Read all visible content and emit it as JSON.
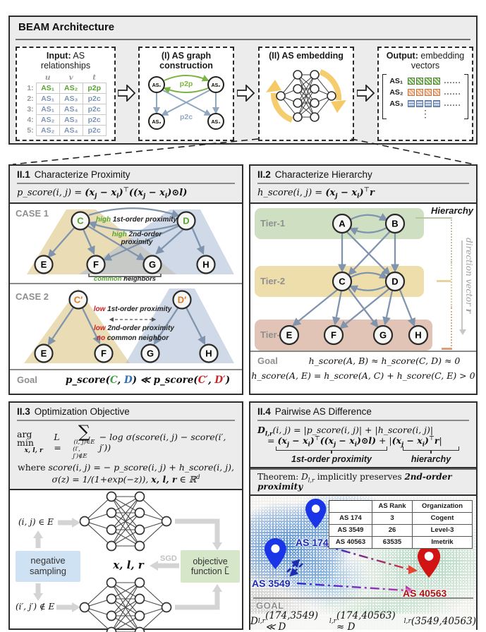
{
  "banner": {
    "title": "BEAM Architecture",
    "input": {
      "title_b": "Input:",
      "title_r": " AS",
      "title_l2": "relationships",
      "cols": [
        "u",
        "v",
        "t"
      ],
      "rows": [
        {
          "n": "1:",
          "u": "AS₁",
          "v": "AS₂",
          "t": "p2p"
        },
        {
          "n": "2:",
          "u": "AS₁",
          "v": "AS₃",
          "t": "p2c"
        },
        {
          "n": "3:",
          "u": "AS₁",
          "v": "AS₄",
          "t": "p2c"
        },
        {
          "n": "4:",
          "u": "AS₂",
          "v": "AS₃",
          "t": "p2c"
        },
        {
          "n": "5:",
          "u": "AS₂",
          "v": "AS₄",
          "t": "p2c"
        }
      ]
    },
    "graph": {
      "title_l1": "(I) AS graph",
      "title_l2": "construction",
      "nodes": [
        "AS₁",
        "AS₂",
        "AS₃",
        "AS₄"
      ],
      "p2p": "p2p",
      "p2c": "p2c"
    },
    "embed": {
      "title": "(II) AS embedding"
    },
    "output": {
      "title_b": "Output:",
      "title_r": " embedding",
      "title_l2": "vectors",
      "rows": [
        "AS₁",
        "AS₂",
        "AS₃"
      ],
      "dots": "......",
      "vdots": "⋮"
    }
  },
  "p1": {
    "num": "II.1",
    "title": "Characterize Proximity",
    "formula": [
      {
        "t": "p_score(i, j) = "
      },
      {
        "t": "(x",
        "b": 1
      },
      {
        "t": "j",
        "sub": 1,
        "b": 1
      },
      {
        "t": " − x",
        "b": 1
      },
      {
        "t": "i",
        "sub": 1,
        "b": 1
      },
      {
        "t": ")",
        "b": 1
      },
      {
        "t": "⊤",
        "sup": 1
      },
      {
        "t": "((x",
        "b": 1
      },
      {
        "t": "j",
        "sub": 1,
        "b": 1
      },
      {
        "t": " − x",
        "b": 1
      },
      {
        "t": "i",
        "sub": 1,
        "b": 1
      },
      {
        "t": ")⊙l)",
        "b": 1
      }
    ],
    "case1": {
      "label": "CASE 1",
      "nodes": [
        "C",
        "D",
        "E",
        "F",
        "G",
        "H"
      ],
      "ann1": [
        {
          "t": "high ",
          "c": "#55a630",
          "b": 1
        },
        {
          "t": "1st-order proximity",
          "b": 1
        }
      ],
      "ann2": [
        {
          "t": "high ",
          "c": "#55a630",
          "b": 1
        },
        {
          "t": "2nd-order",
          "b": 1
        }
      ],
      "ann2b": "proximity",
      "common": [
        {
          "t": "common",
          "c": "#55a630",
          "b": 1
        },
        {
          "t": " neighbors",
          "b": 1
        }
      ]
    },
    "case2": {
      "label": "CASE 2",
      "nodes": [
        "C′",
        "D′",
        "E",
        "F",
        "G",
        "H"
      ],
      "low1": [
        {
          "t": "low ",
          "c": "#cc1f1f",
          "b": 1
        },
        {
          "t": "1st-order proximity",
          "b": 1
        }
      ],
      "low2": [
        {
          "t": "low ",
          "c": "#cc1f1f",
          "b": 1
        },
        {
          "t": "2nd-order proximity",
          "b": 1
        }
      ],
      "nocn": [
        {
          "t": "no ",
          "c": "#cc1f1f",
          "b": 1
        },
        {
          "t": "common neighbor",
          "b": 1
        }
      ]
    },
    "goal_label": "Goal",
    "goal": [
      {
        "t": "p_score(",
        "b": 1
      },
      {
        "t": "C",
        "b": 1,
        "c": "#43a047"
      },
      {
        "t": ", ",
        "b": 1
      },
      {
        "t": "D",
        "b": 1,
        "c": "#2e6fb7"
      },
      {
        "t": ") ≪ p_score(",
        "b": 1
      },
      {
        "t": "C′",
        "b": 1,
        "c": "#c62828"
      },
      {
        "t": ", ",
        "b": 1
      },
      {
        "t": "D′",
        "b": 1,
        "c": "#c62828"
      },
      {
        "t": ")",
        "b": 1
      }
    ]
  },
  "p2": {
    "num": "II.2",
    "title": "Characterize Hierarchy",
    "formula": [
      {
        "t": "h_score(i, j) = "
      },
      {
        "t": "(x",
        "b": 1
      },
      {
        "t": "j",
        "sub": 1,
        "b": 1
      },
      {
        "t": " − x",
        "b": 1
      },
      {
        "t": "i",
        "sub": 1,
        "b": 1
      },
      {
        "t": ")",
        "b": 1
      },
      {
        "t": "⊤",
        "sup": 1
      },
      {
        "t": "r",
        "b": 1
      }
    ],
    "tiers": [
      "Tier-1",
      "Tier-2",
      "Tier-3"
    ],
    "nodes": [
      "A",
      "B",
      "C",
      "D",
      "E",
      "F",
      "G",
      "H"
    ],
    "hier": "Hierarchy",
    "dir": [
      {
        "t": "direction vector "
      },
      {
        "t": "r",
        "b": 1
      }
    ],
    "goal_label": "Goal",
    "goal1": "h_score(A, B) ≈ h_score(C, D) ≈ 0",
    "goal2": "h_score(A, E) = h_score(A, C) + h_score(C, E) > 0"
  },
  "p3": {
    "num": "II.3",
    "title": "Optimization Objective",
    "argmin": "arg min",
    "argmin_sub": "x, l, r",
    "lhs": "L =",
    "sum": "∑",
    "sum_s1": "(i, j)∈E",
    "sum_s2": "(i′, j′)∉E",
    "f1body": "− log σ(score(i, j) − score(i′, j′))",
    "w1": [
      {
        "t": "where  ",
        "up": 1
      },
      {
        "t": "score(i, j) = − p_score(i, j) + h_score(i, j),"
      }
    ],
    "w2": [
      {
        "t": "σ(z) = 1/(1+exp(−z)), "
      },
      {
        "t": "x, l, r",
        "b": 1
      },
      {
        "t": " ∈ ℝ"
      },
      {
        "t": "d",
        "sup": 1
      }
    ],
    "in_e": "(i, j) ∈ E",
    "notin_e": "(i′, j′) ∉ E",
    "neg": "negative sampling",
    "xlr": "x, l, r",
    "sgd": "SGD",
    "obj": "objective function L̃"
  },
  "p4": {
    "num": "II.4",
    "title": "Pairwise AS Difference",
    "f1": [
      {
        "t": "D",
        "b": 1
      },
      {
        "t": "l,r",
        "sub": 1,
        "b": 1
      },
      {
        "t": "(i, j) = |p_score(i, j)| + |h_score(i, j)|"
      }
    ],
    "f2": [
      {
        "t": "= "
      },
      {
        "t": "(x",
        "b": 1
      },
      {
        "t": "j",
        "sub": 1,
        "b": 1
      },
      {
        "t": " − x",
        "b": 1
      },
      {
        "t": "i",
        "sub": 1,
        "b": 1
      },
      {
        "t": ")",
        "b": 1
      },
      {
        "t": "⊤",
        "sup": 1
      },
      {
        "t": "((x",
        "b": 1
      },
      {
        "t": "j",
        "sub": 1,
        "b": 1
      },
      {
        "t": " − x",
        "b": 1
      },
      {
        "t": "i",
        "sub": 1,
        "b": 1
      },
      {
        "t": ")⊙l)",
        "b": 1
      },
      {
        "t": " + |"
      },
      {
        "t": "(x",
        "b": 1
      },
      {
        "t": "j",
        "sub": 1,
        "b": 1
      },
      {
        "t": " − x",
        "b": 1
      },
      {
        "t": "i",
        "sub": 1,
        "b": 1
      },
      {
        "t": ")",
        "b": 1
      },
      {
        "t": "⊤",
        "sup": 1
      },
      {
        "t": "r",
        "b": 1
      },
      {
        "t": "|"
      }
    ],
    "brace1": "1st-order proximity",
    "brace2": "hierarchy",
    "theorem": [
      {
        "t": "Theorem: ",
        "up": 1
      },
      {
        "t": "D"
      },
      {
        "t": "l,r",
        "sub": 1
      },
      {
        "t": " implicitly preserves ",
        "up": 1
      },
      {
        "t": "2nd-order proximity",
        "b": 1
      }
    ],
    "table": {
      "h": [
        "",
        "AS Rank",
        "Organization"
      ],
      "rows": [
        [
          "AS 174",
          "3",
          "Cogent"
        ],
        [
          "AS 3549",
          "26",
          "Level-3"
        ],
        [
          "AS 40563",
          "63535",
          "Imetrik"
        ]
      ]
    },
    "pin1": "AS 174",
    "pin2": "AS 3549",
    "pin3": "AS 40563",
    "goal_label": "GOAL",
    "goal": [
      {
        "t": "D"
      },
      {
        "t": "l,r",
        "sub": 1
      },
      {
        "t": "(174,3549) ≪ D"
      },
      {
        "t": "l,r",
        "sub": 1
      },
      {
        "t": "(174,40563) ≈ D"
      },
      {
        "t": "l,r",
        "sub": 1
      },
      {
        "t": "(3549,40563)"
      }
    ]
  },
  "colors": {
    "slate_arrow": "#8094ae",
    "green_accent": "#58a32f",
    "tan_shade": "#d9bf77",
    "blue_shade": "#a8bad6",
    "pin_blue": "#1a35e8",
    "pin_red": "#d11313"
  }
}
